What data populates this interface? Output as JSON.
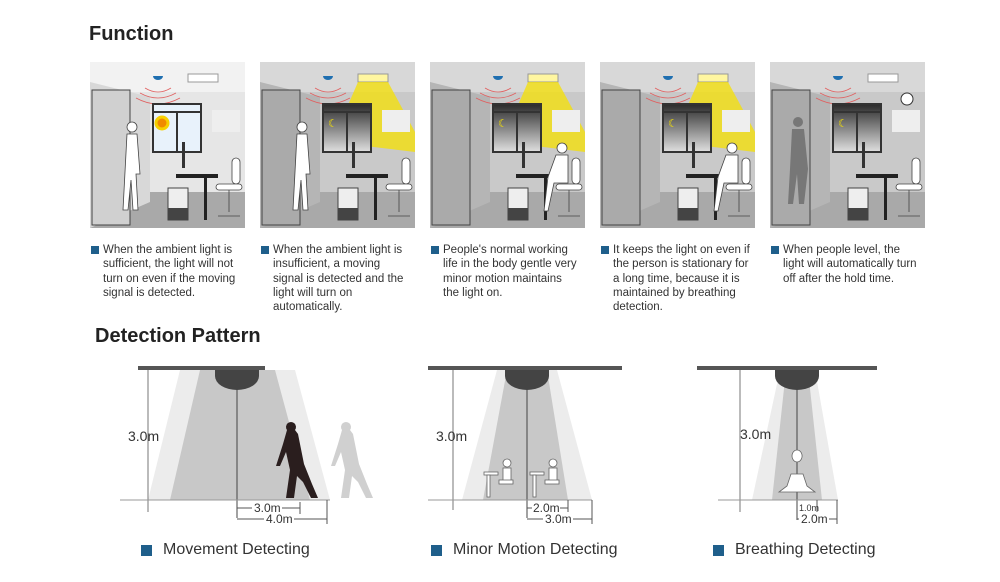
{
  "function": {
    "title": "Function",
    "panels": [
      {
        "caption": "When the ambient light is sufficient, the light will not turn on even if the moving signal is detected.",
        "light_on": false,
        "daylight": true
      },
      {
        "caption": "When the ambient light is insufficient, a moving signal is detected and the light will turn on automatically.",
        "light_on": true,
        "daylight": false
      },
      {
        "caption": "People's  normal working life in the body gentle very minor motion maintains the light on.",
        "light_on": true,
        "daylight": false
      },
      {
        "caption": "It keeps the light on even if the person is stationary for a long time, because it is maintained by breathing detection.",
        "light_on": true,
        "daylight": false
      },
      {
        "caption": "When people level, the light will automatically turn off after the hold time.",
        "light_on": false,
        "daylight": false
      }
    ]
  },
  "detection": {
    "title": "Detection Pattern",
    "patterns": [
      {
        "label": "Movement Detecting",
        "height": "3.0m",
        "inner": "3.0m",
        "outer": "4.0m"
      },
      {
        "label": "Minor Motion Detecting",
        "height": "3.0m",
        "inner": "2.0m",
        "outer": "3.0m"
      },
      {
        "label": "Breathing Detecting",
        "height": "3.0m",
        "inner": "1.0m",
        "outer": "2.0m"
      }
    ]
  },
  "colors": {
    "bullet": "#1f5f8b",
    "light": "#f5e000",
    "sensor": "#1f6fb0"
  }
}
